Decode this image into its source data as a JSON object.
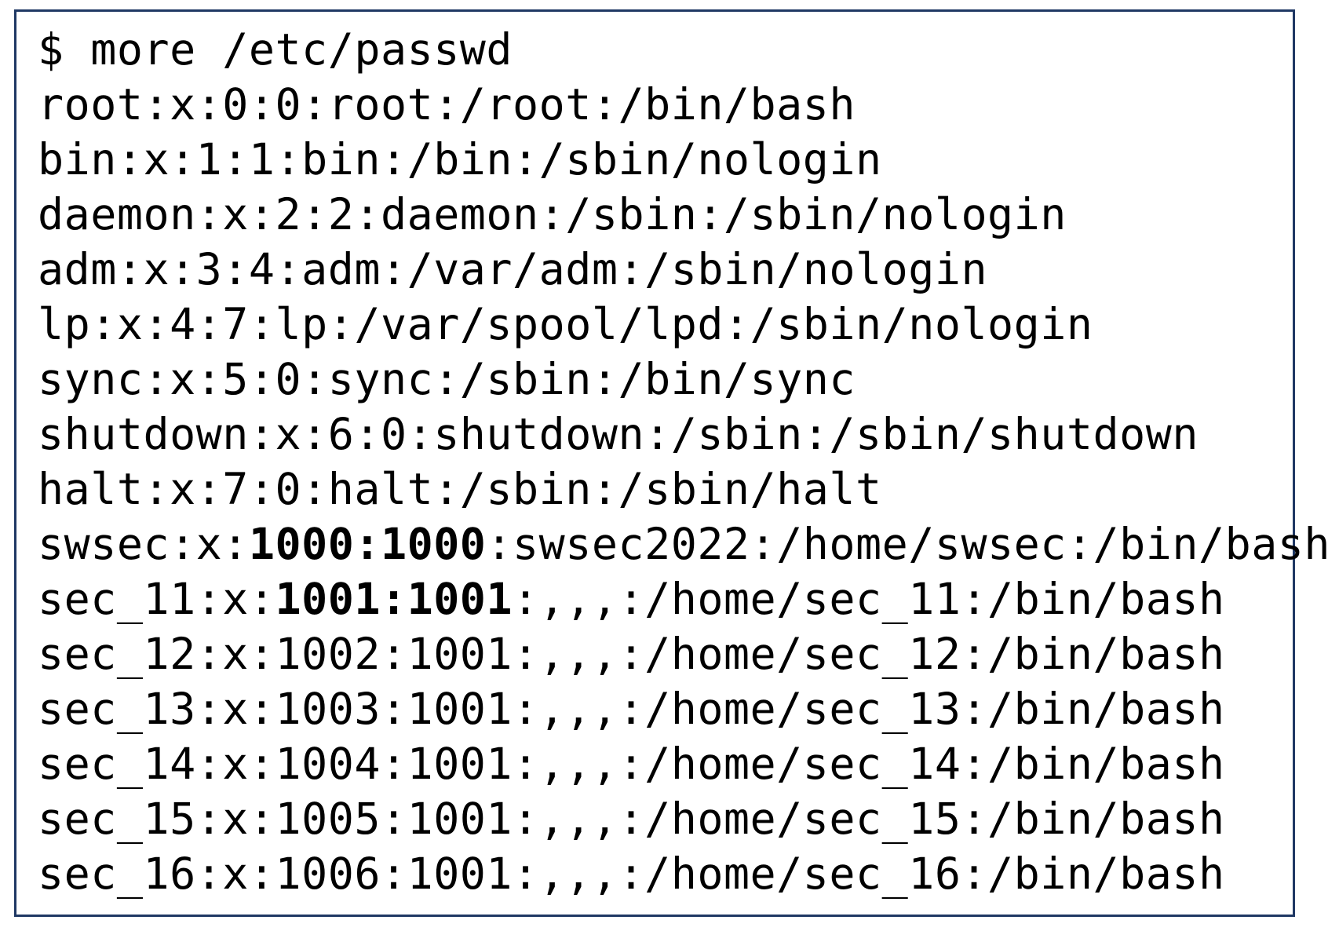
{
  "colors": {
    "border": "#1f3864",
    "background": "#ffffff",
    "text": "#000000"
  },
  "terminal": {
    "lines": [
      [
        {
          "text": "$ more /etc/passwd",
          "bold": false
        }
      ],
      [
        {
          "text": "root:x:0:0:root:/root:/bin/bash",
          "bold": false
        }
      ],
      [
        {
          "text": "bin:x:1:1:bin:/bin:/sbin/nologin",
          "bold": false
        }
      ],
      [
        {
          "text": "daemon:x:2:2:daemon:/sbin:/sbin/nologin",
          "bold": false
        }
      ],
      [
        {
          "text": "adm:x:3:4:adm:/var/adm:/sbin/nologin",
          "bold": false
        }
      ],
      [
        {
          "text": "lp:x:4:7:lp:/var/spool/lpd:/sbin/nologin",
          "bold": false
        }
      ],
      [
        {
          "text": "sync:x:5:0:sync:/sbin:/bin/sync",
          "bold": false
        }
      ],
      [
        {
          "text": "shutdown:x:6:0:shutdown:/sbin:/sbin/shutdown",
          "bold": false
        }
      ],
      [
        {
          "text": "halt:x:7:0:halt:/sbin:/sbin/halt",
          "bold": false
        }
      ],
      [
        {
          "text": "swsec:x:",
          "bold": false
        },
        {
          "text": "1000:1000",
          "bold": true
        },
        {
          "text": ":swsec2022:/home/swsec:/bin/bash",
          "bold": false
        }
      ],
      [
        {
          "text": "sec_11:x:",
          "bold": false
        },
        {
          "text": "1001:1001",
          "bold": true
        },
        {
          "text": ":,,,:/home/sec_11:/bin/bash",
          "bold": false
        }
      ],
      [
        {
          "text": "sec_12:x:1002:1001:,,,:/home/sec_12:/bin/bash",
          "bold": false
        }
      ],
      [
        {
          "text": "sec_13:x:1003:1001:,,,:/home/sec_13:/bin/bash",
          "bold": false
        }
      ],
      [
        {
          "text": "sec_14:x:1004:1001:,,,:/home/sec_14:/bin/bash",
          "bold": false
        }
      ],
      [
        {
          "text": "sec_15:x:1005:1001:,,,:/home/sec_15:/bin/bash",
          "bold": false
        }
      ],
      [
        {
          "text": "sec_16:x:1006:1001:,,,:/home/sec_16:/bin/bash",
          "bold": false
        }
      ]
    ]
  }
}
